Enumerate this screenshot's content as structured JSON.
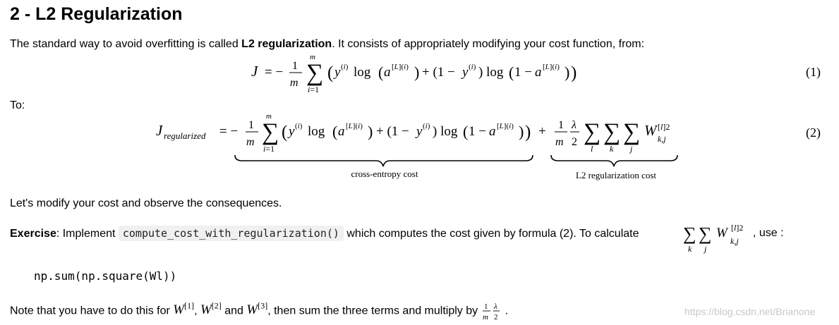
{
  "heading": "2 - L2 Regularization",
  "intro": {
    "before": "The standard way to avoid overfitting is called ",
    "bold": "L2 regularization",
    "after": ". It consists of appropriately modifying your cost function, from:"
  },
  "eq1": {
    "number": "(1)"
  },
  "to_label": "To:",
  "eq2": {
    "number": "(2)",
    "brace1_label": "cross-entropy cost",
    "brace2_label": "L2 regularization cost"
  },
  "modify_text": "Let's modify your cost and observe the consequences.",
  "exercise": {
    "label": "Exercise",
    "text1": ": Implement ",
    "code": "compute_cost_with_regularization()",
    "text2": " which computes the cost given by formula (2). To calculate",
    "text3": ", use :"
  },
  "code_block": "np.sum(np.square(Wl))",
  "note": {
    "text1": "Note that you have to do this for ",
    "text2": ", ",
    "text3": " and ",
    "text4": ", then sum the three terms and multiply by ",
    "text5": "."
  },
  "watermark": "https://blog.csdn.net/Brianone"
}
